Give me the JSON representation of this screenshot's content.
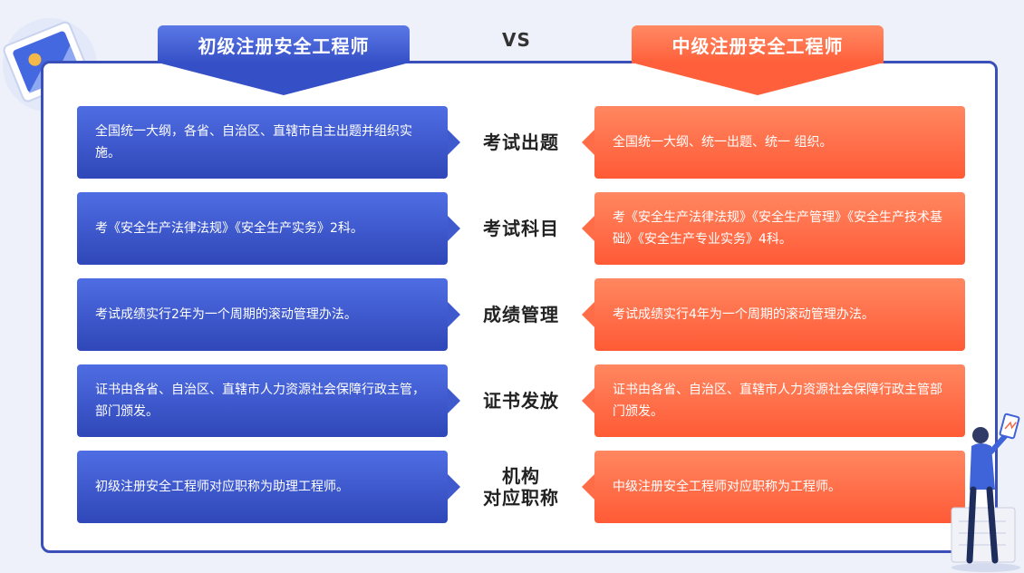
{
  "header": {
    "left_title": "初级注册安全工程师",
    "vs": "VS",
    "right_title": "中级注册安全工程师"
  },
  "rows": [
    {
      "label_line1": "考试出题",
      "label_line2": "",
      "left": "全国统一大纲，各省、自治区、直辖市自主出题并组织实施。",
      "right": "全国统一大纲、统一出题、统一 组织。"
    },
    {
      "label_line1": "考试科目",
      "label_line2": "",
      "left": "考《安全生产法律法规》《安全生产实务》2科。",
      "right": "考《安全生产法律法规》《安全生产管理》《安全生产技术基础》《安全生产专业实务》4科。"
    },
    {
      "label_line1": "成绩管理",
      "label_line2": "",
      "left": "考试成绩实行2年为一个周期的滚动管理办法。",
      "right": "考试成绩实行4年为一个周期的滚动管理办法。"
    },
    {
      "label_line1": "证书发放",
      "label_line2": "",
      "left": "证书由各省、自治区、直辖市人力资源社会保障行政主管，部门颁发。",
      "right": "证书由各省、自治区、直辖市人力资源社会保障行政主管部门颁发。"
    },
    {
      "label_line1": "机构",
      "label_line2": "对应职称",
      "left": "初级注册安全工程师对应职称为助理工程师。",
      "right": "中级注册安全工程师对应职称为工程师。"
    }
  ],
  "colors": {
    "left_accent": "#3550c6",
    "right_accent": "#ff5f3a",
    "frame_border": "#3a4fb8"
  },
  "icons": [
    "folder-decoration-icon",
    "person-with-tablet-icon"
  ]
}
